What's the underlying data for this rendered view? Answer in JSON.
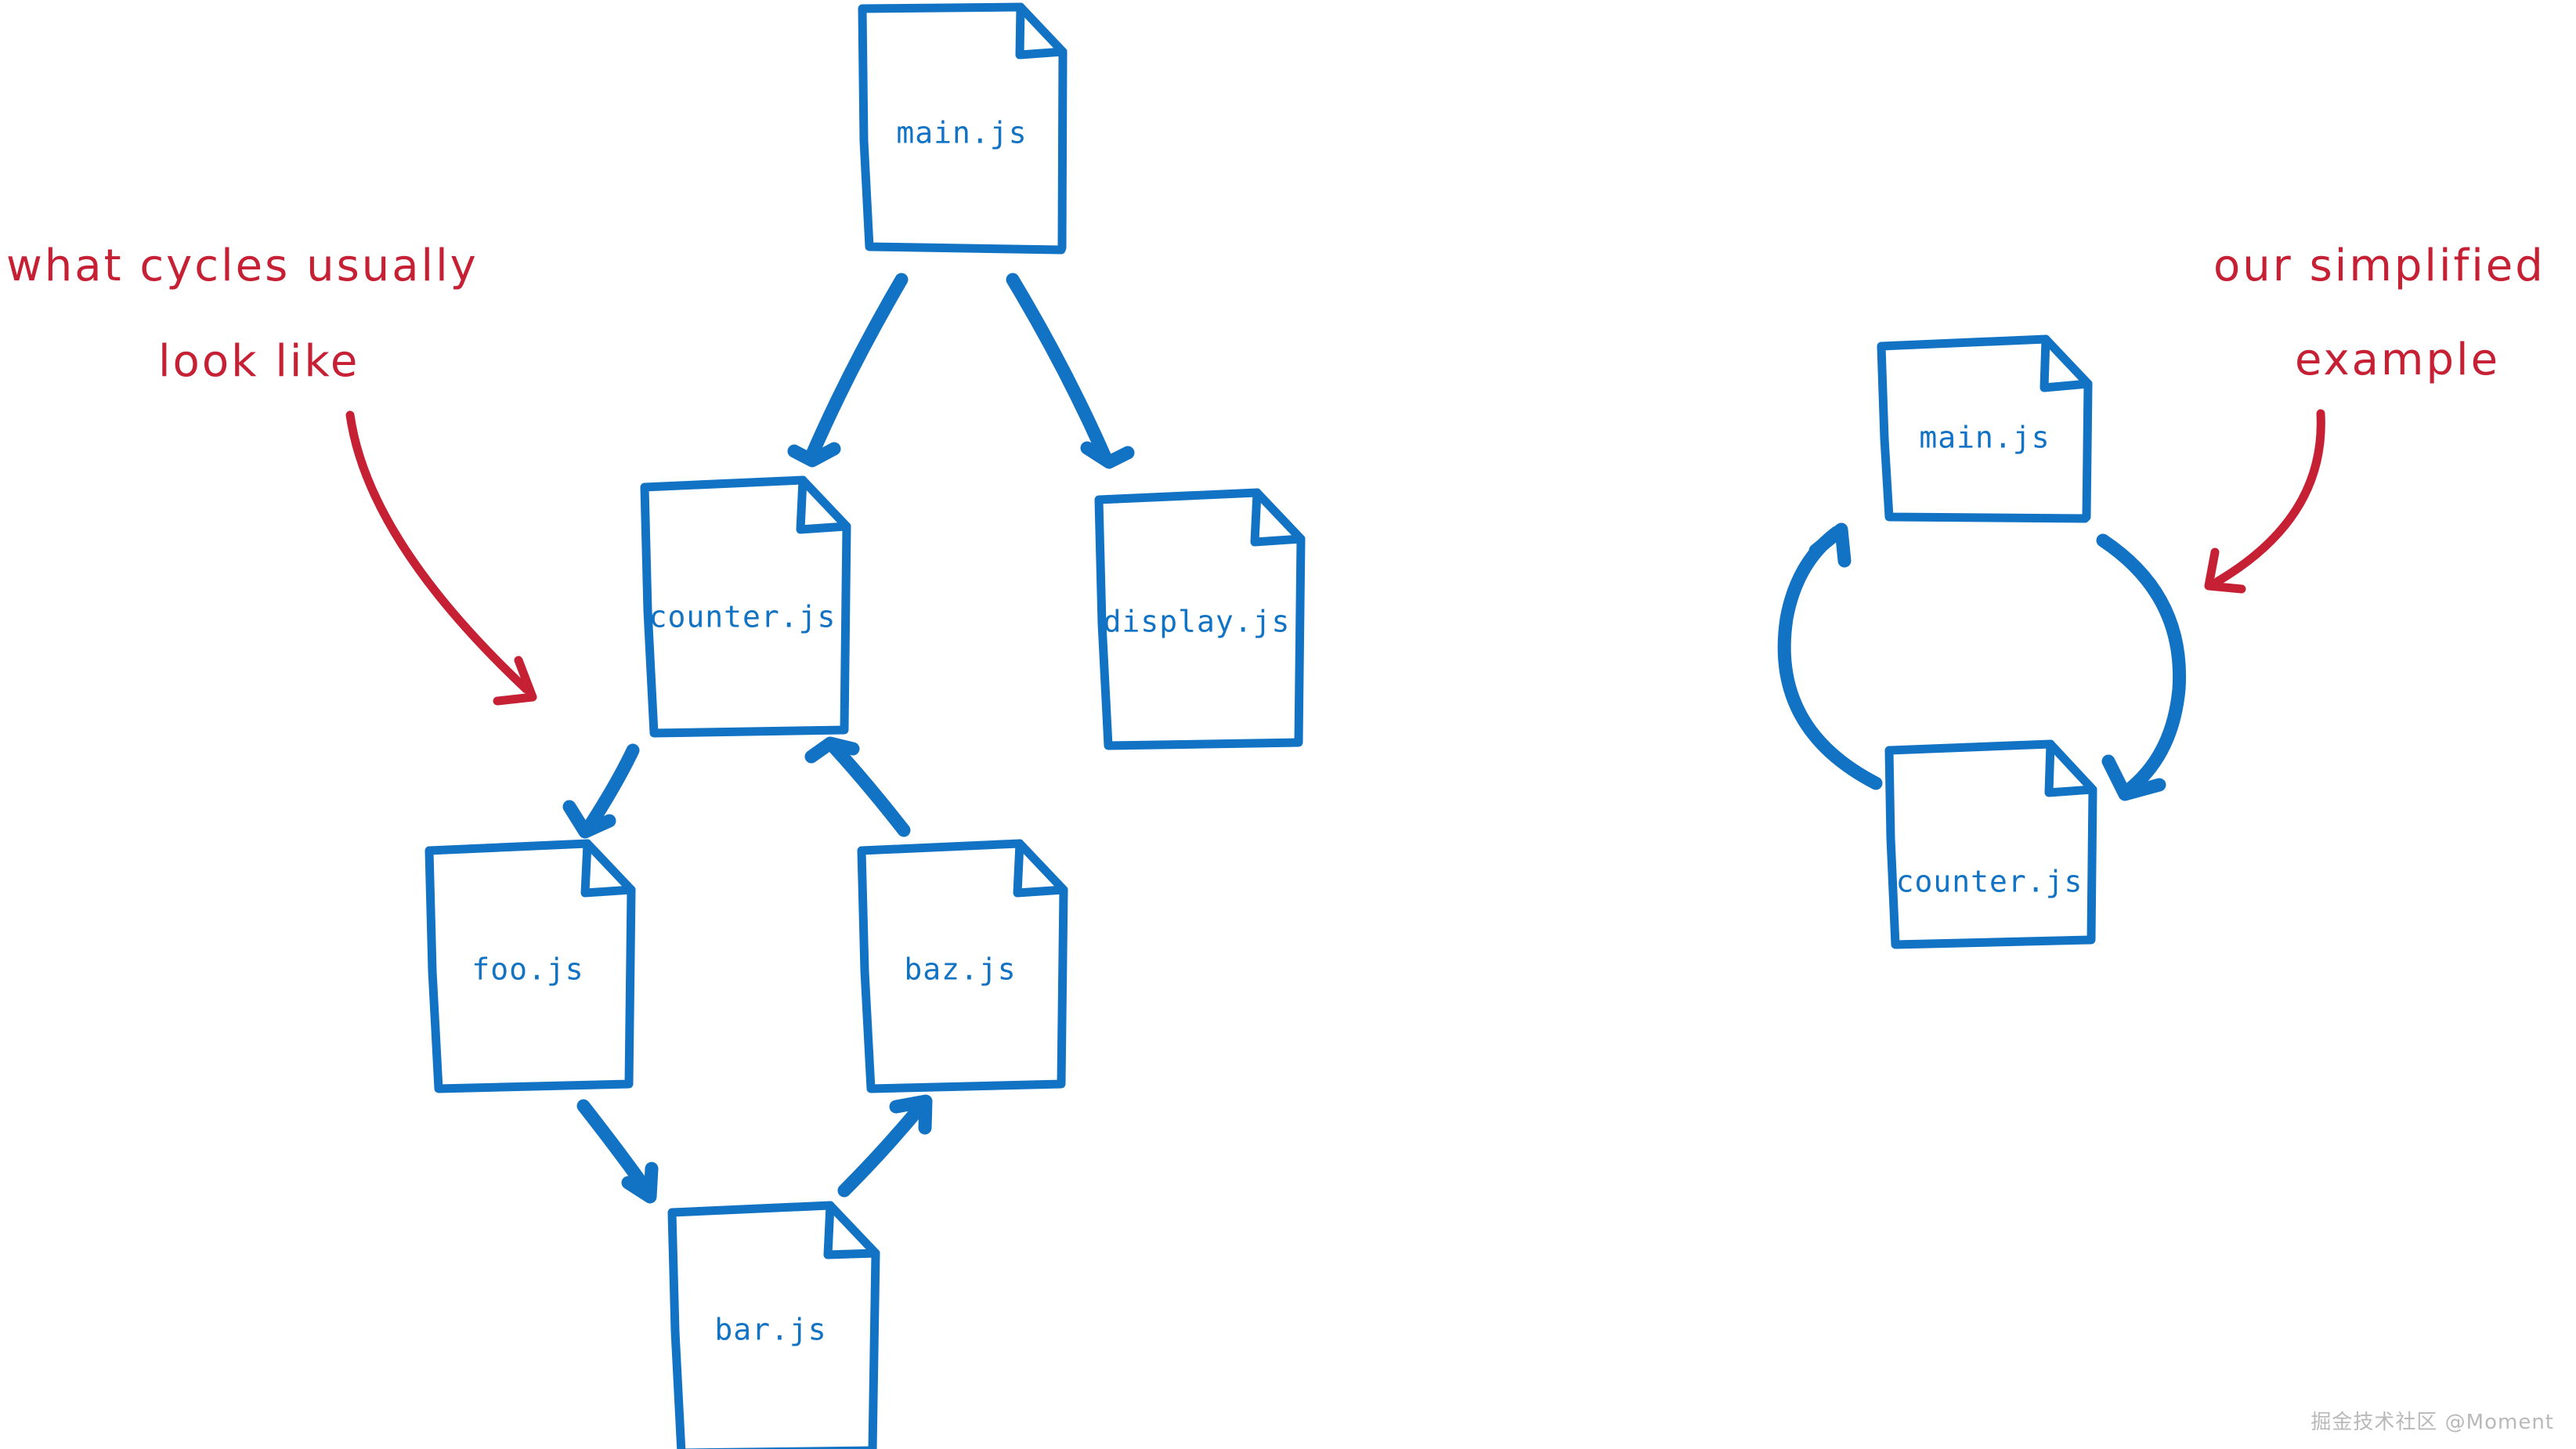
{
  "diagram": {
    "title": "module dependency cycle illustration",
    "colors": {
      "node_stroke": "#1273c4",
      "node_fill": "#ffffff",
      "edge": "#1273c4",
      "annotation": "#c62034",
      "background": "#ffffff",
      "watermark": "#b9b9b9"
    },
    "left_group": {
      "annotation": {
        "line1": "what cycles usually",
        "line2": "look like"
      },
      "nodes": [
        {
          "id": "main",
          "label": "main.js"
        },
        {
          "id": "counter",
          "label": "counter.js"
        },
        {
          "id": "display",
          "label": "display.js"
        },
        {
          "id": "foo",
          "label": "foo.js"
        },
        {
          "id": "baz",
          "label": "baz.js"
        },
        {
          "id": "bar",
          "label": "bar.js"
        }
      ],
      "edges": [
        {
          "from": "main",
          "to": "counter"
        },
        {
          "from": "main",
          "to": "display"
        },
        {
          "from": "counter",
          "to": "foo"
        },
        {
          "from": "foo",
          "to": "bar"
        },
        {
          "from": "bar",
          "to": "baz"
        },
        {
          "from": "baz",
          "to": "counter"
        }
      ]
    },
    "right_group": {
      "annotation": {
        "line1": "our simplified",
        "line2": "example"
      },
      "nodes": [
        {
          "id": "main2",
          "label": "main.js"
        },
        {
          "id": "counter2",
          "label": "counter.js"
        }
      ],
      "edges": [
        {
          "from": "counter2",
          "to": "main2"
        },
        {
          "from": "main2",
          "to": "counter2"
        }
      ]
    },
    "watermark": "掘金技术社区 @Moment"
  }
}
